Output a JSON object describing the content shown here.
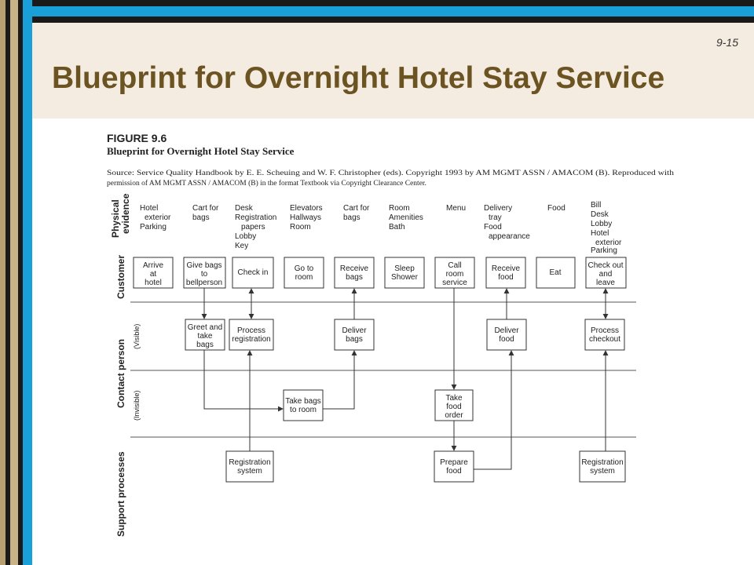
{
  "slide": {
    "number": "9-15",
    "title": "Blueprint for Overnight Hotel Stay Service"
  },
  "figure": {
    "label": "FIGURE 9.6",
    "title": "Blueprint for Overnight Hotel Stay Service",
    "source_line1": "Source: Service Quality Handbook by E. E. Scheuing and W. F. Christopher (eds). Copyright 1993 by AM MGMT ASSN / AMACOM (B). Reproduced with",
    "source_line2": "permission of AM MGMT ASSN / AMACOM (B) in the format Textbook via Copyright Clearance Center."
  },
  "rows": {
    "physical_evidence": [
      "Physical",
      "evidence"
    ],
    "customer": "Customer",
    "contact_person": "Contact person",
    "visible": "(Visible)",
    "invisible": "(Invisible)",
    "support": "Support  processes"
  },
  "evidence": [
    [
      "Hotel",
      "exterior",
      "Parking"
    ],
    [
      "Cart for",
      "bags"
    ],
    [
      "Desk",
      "Registration",
      "papers",
      "Lobby",
      "Key"
    ],
    [
      "Elevators",
      "Hallways",
      "Room"
    ],
    [
      "Cart for",
      "bags"
    ],
    [
      "Room",
      "Amenities",
      "Bath"
    ],
    [
      "Menu"
    ],
    [
      "Delivery",
      "tray",
      "Food",
      "appearance"
    ],
    [
      "Food"
    ],
    [
      "Bill",
      "Desk",
      "Lobby",
      "Hotel",
      "exterior",
      "Parking"
    ]
  ],
  "boxes": {
    "arrive": [
      "Arrive",
      "at",
      "hotel"
    ],
    "give_bags": [
      "Give bags",
      "to",
      "bellperson"
    ],
    "check_in": [
      "Check in"
    ],
    "go_to_room": [
      "Go to",
      "room"
    ],
    "receive_bags": [
      "Receive",
      "bags"
    ],
    "sleep_shower": [
      "Sleep",
      "Shower"
    ],
    "call_room_service": [
      "Call",
      "room",
      "service"
    ],
    "receive_food": [
      "Receive",
      "food"
    ],
    "eat": [
      "Eat"
    ],
    "check_out": [
      "Check out",
      "and",
      "leave"
    ],
    "greet_take_bags": [
      "Greet and",
      "take",
      "bags"
    ],
    "process_registration": [
      "Process",
      "registration"
    ],
    "deliver_bags": [
      "Deliver",
      "bags"
    ],
    "deliver_food": [
      "Deliver",
      "food"
    ],
    "process_checkout": [
      "Process",
      "checkout"
    ],
    "take_bags_room": [
      "Take bags",
      "to room"
    ],
    "take_food_order": [
      "Take",
      "food",
      "order"
    ],
    "registration_system_1": [
      "Registration",
      "system"
    ],
    "prepare_food": [
      "Prepare",
      "food"
    ],
    "registration_system_2": [
      "Registration",
      "system"
    ]
  }
}
